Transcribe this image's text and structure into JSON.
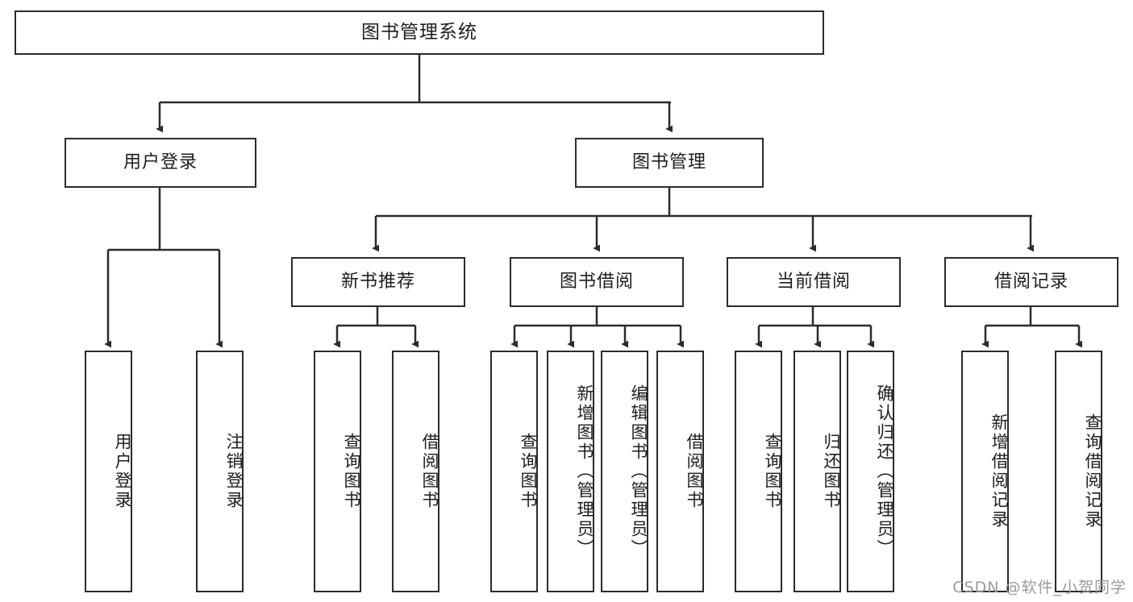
{
  "diagram": {
    "title": "图书管理系统",
    "type": "hierarchy-tree",
    "watermark": "CSDN @软件_小贺同学",
    "colors": {
      "stroke": "#2b2b2b",
      "fill": "#ffffff",
      "text": "#1d1d1d",
      "watermark": "#9a9a9a"
    },
    "levels": {
      "root": {
        "label": "图书管理系统"
      },
      "level2": [
        {
          "id": "user-login",
          "label": "用户登录"
        },
        {
          "id": "book-management",
          "label": "图书管理"
        }
      ],
      "level3": [
        {
          "id": "new-book-recommend",
          "label": "新书推荐",
          "parent": "book-management"
        },
        {
          "id": "book-borrow",
          "label": "图书借阅",
          "parent": "book-management"
        },
        {
          "id": "current-borrow",
          "label": "当前借阅",
          "parent": "book-management"
        },
        {
          "id": "borrow-record",
          "label": "借阅记录",
          "parent": "book-management"
        }
      ],
      "leaves": [
        {
          "id": "leaf-user-login",
          "label": "用户登录",
          "parent": "user-login"
        },
        {
          "id": "leaf-logout-login",
          "label": "注销登录",
          "parent": "user-login"
        },
        {
          "id": "leaf-query-book-1",
          "label": "查询图书",
          "parent": "new-book-recommend"
        },
        {
          "id": "leaf-borrow-book-1",
          "label": "借阅图书",
          "parent": "new-book-recommend"
        },
        {
          "id": "leaf-query-book-2",
          "label": "查询图书",
          "parent": "book-borrow"
        },
        {
          "id": "leaf-add-book",
          "label": "新增图书（管理员）",
          "parent": "book-borrow"
        },
        {
          "id": "leaf-edit-book",
          "label": "编辑图书（管理员）",
          "parent": "book-borrow"
        },
        {
          "id": "leaf-borrow-book-2",
          "label": "借阅图书",
          "parent": "book-borrow"
        },
        {
          "id": "leaf-query-book-3",
          "label": "查询图书",
          "parent": "current-borrow"
        },
        {
          "id": "leaf-return-book",
          "label": "归还图书",
          "parent": "current-borrow"
        },
        {
          "id": "leaf-confirm-return",
          "label": "确认归还（管理员）",
          "parent": "current-borrow"
        },
        {
          "id": "leaf-add-record",
          "label": "新增借阅记录",
          "parent": "borrow-record"
        },
        {
          "id": "leaf-query-record",
          "label": "查询借阅记录",
          "parent": "borrow-record"
        }
      ]
    }
  }
}
